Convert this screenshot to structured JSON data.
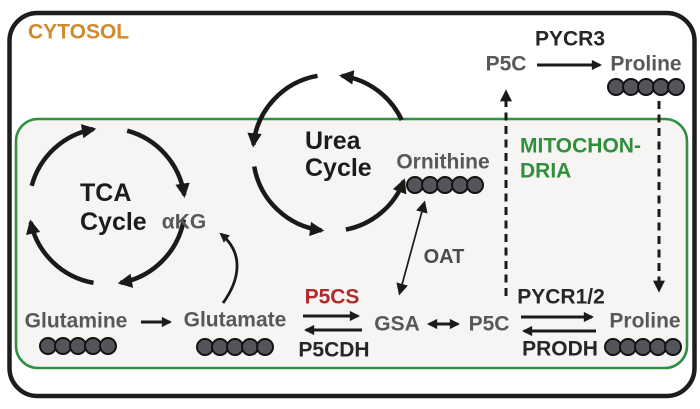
{
  "compartments": {
    "cytosol": {
      "label": "CYTOSOL",
      "color": "#cf8a2e"
    },
    "mitochondria": {
      "label_line1": "MITOCHON-",
      "label_line2": "DRIA",
      "color": "#2f8f3a",
      "border_color": "#2e9140",
      "fill": "#f6f5f3"
    }
  },
  "cycles": {
    "tca": {
      "label_line1": "TCA",
      "label_line2": "Cycle"
    },
    "urea": {
      "label_line1": "Urea",
      "label_line2": "Cycle"
    }
  },
  "metabolites": {
    "glutamine": {
      "label": "Glutamine",
      "beads": 5
    },
    "glutamate": {
      "label": "Glutamate",
      "beads": 5
    },
    "akg": {
      "label": "αKG"
    },
    "gsa": {
      "label": "GSA"
    },
    "p5c_mito": {
      "label": "P5C"
    },
    "proline_mito": {
      "label": "Proline",
      "beads": 5
    },
    "ornithine": {
      "label": "Ornithine",
      "beads": 5
    },
    "p5c_cyto": {
      "label": "P5C"
    },
    "proline_cyto": {
      "label": "Proline",
      "beads": 5
    },
    "text_color": "#57585a"
  },
  "enzymes": {
    "p5cs": {
      "label": "P5CS",
      "color": "#b02c2c"
    },
    "p5cdh": {
      "label": "P5CDH"
    },
    "oat": {
      "label": "OAT"
    },
    "pycr12": {
      "label": "PYCR1/2"
    },
    "prodh": {
      "label": "PRODH"
    },
    "pycr3": {
      "label": "PYCR3"
    },
    "text_color": "#262626"
  },
  "arrow_color": "#1a1a1a",
  "bead_color": "#54555a"
}
